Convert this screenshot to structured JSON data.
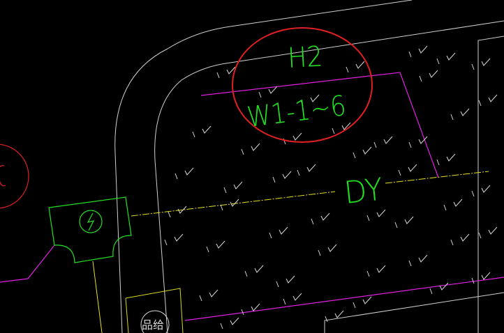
{
  "drawing": {
    "background": "#000000",
    "labels": {
      "h2": "H2",
      "w1": "W1-1~6",
      "dy": "DY",
      "fragment": "品给"
    },
    "colors": {
      "geometry_white": "#d8d8d8",
      "boundary_magenta": "#e020e0",
      "text_green": "#20e020",
      "cable_yellow": "#e8e020",
      "highlight_red": "#e02020",
      "frame_yellow": "#d8d820"
    },
    "symbols": {
      "lightning": "lightning-icon",
      "grass_hatch": "grass-tick-icon"
    }
  }
}
